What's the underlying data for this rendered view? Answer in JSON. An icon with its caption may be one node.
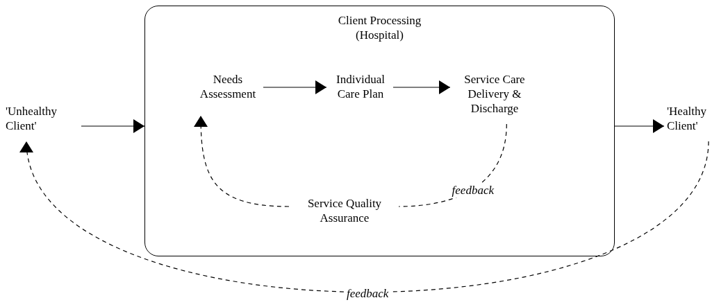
{
  "diagram": {
    "nodes": [
      {
        "text": [
          "Client Processing (Hospital)"
        ]
      },
      {
        "text": [
          "Needs Assessment"
        ],
        "in": 0
      },
      {
        "text": [
          "Individual Care Plan"
        ],
        "in": 0
      },
      {
        "text": [
          "Service Care Delivery & Discharge"
        ],
        "in": 0
      },
      {
        "text": [
          "Service Quality Assurance"
        ],
        "in": 0
      },
      {
        "text": [
          "'Unhealthy Client'"
        ]
      },
      {
        "text": [
          "'Healthy Client'"
        ]
      }
    ],
    "edges": [
      {
        "from": 1,
        "to": 2,
        "arrow": "to"
      },
      {
        "from": 2,
        "to": 3,
        "arrow": "to"
      },
      {
        "from": 5,
        "to": 0,
        "arrow": "to"
      },
      {
        "from": 0,
        "to": 6,
        "arrow": "to"
      },
      {
        "from": 3,
        "to": 4,
        "arrow": "none",
        "style": "dashed",
        "label": "feedback"
      },
      {
        "from": 4,
        "to": 1,
        "arrow": "to",
        "style": "dashed"
      },
      {
        "from": 6,
        "to": 5,
        "arrow": "to",
        "style": "dashed",
        "label": "feedback"
      }
    ]
  }
}
